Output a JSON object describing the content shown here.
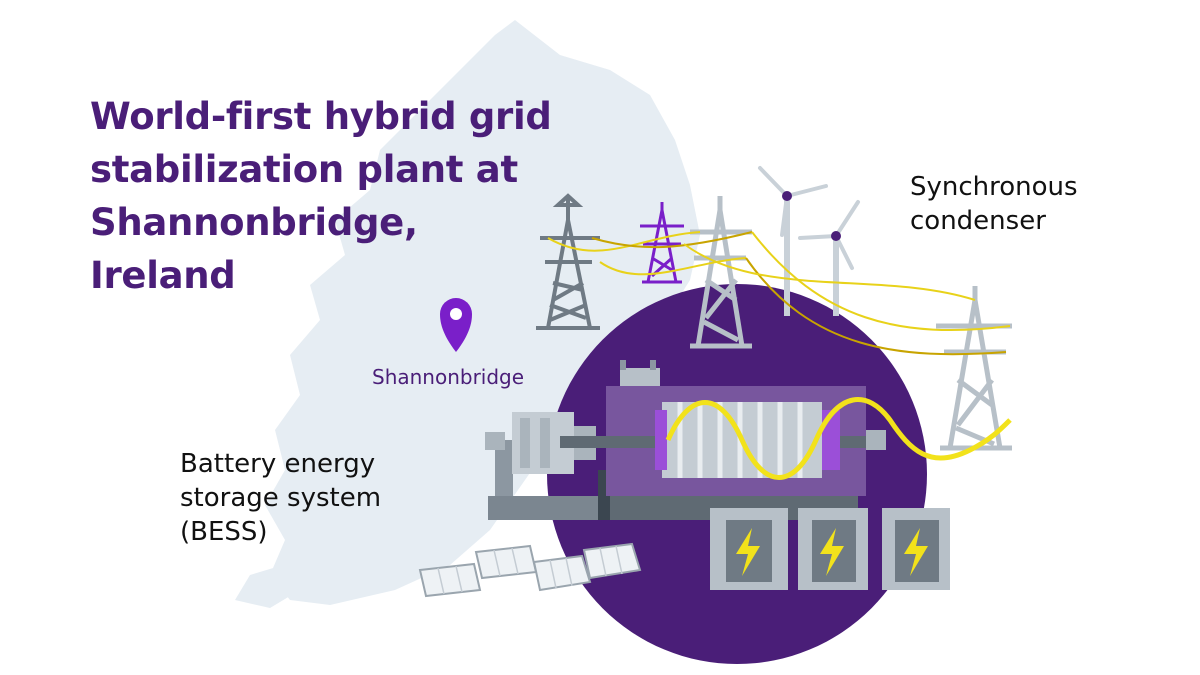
{
  "title_lines": [
    "World-first hybrid grid",
    "stabilization plant at",
    "Shannonbridge,",
    "Ireland"
  ],
  "labels": {
    "synchronous_condenser": [
      "Synchronous",
      "condenser"
    ],
    "bess": [
      "Battery energy",
      "storage system",
      "(BESS)"
    ],
    "location": "Shannonbridge"
  },
  "colors": {
    "brand_purple": "#4a1e78",
    "map_tint": "#e6edf3",
    "pylon_gray": "#9aa5ae",
    "wave_yellow": "#f2e21b",
    "battery_gray": "#b7c0c8"
  },
  "icons": [
    "map-pin-icon",
    "lightning-bolt-icon",
    "wind-turbine-icon",
    "pylon-icon",
    "solar-panel-icon"
  ]
}
